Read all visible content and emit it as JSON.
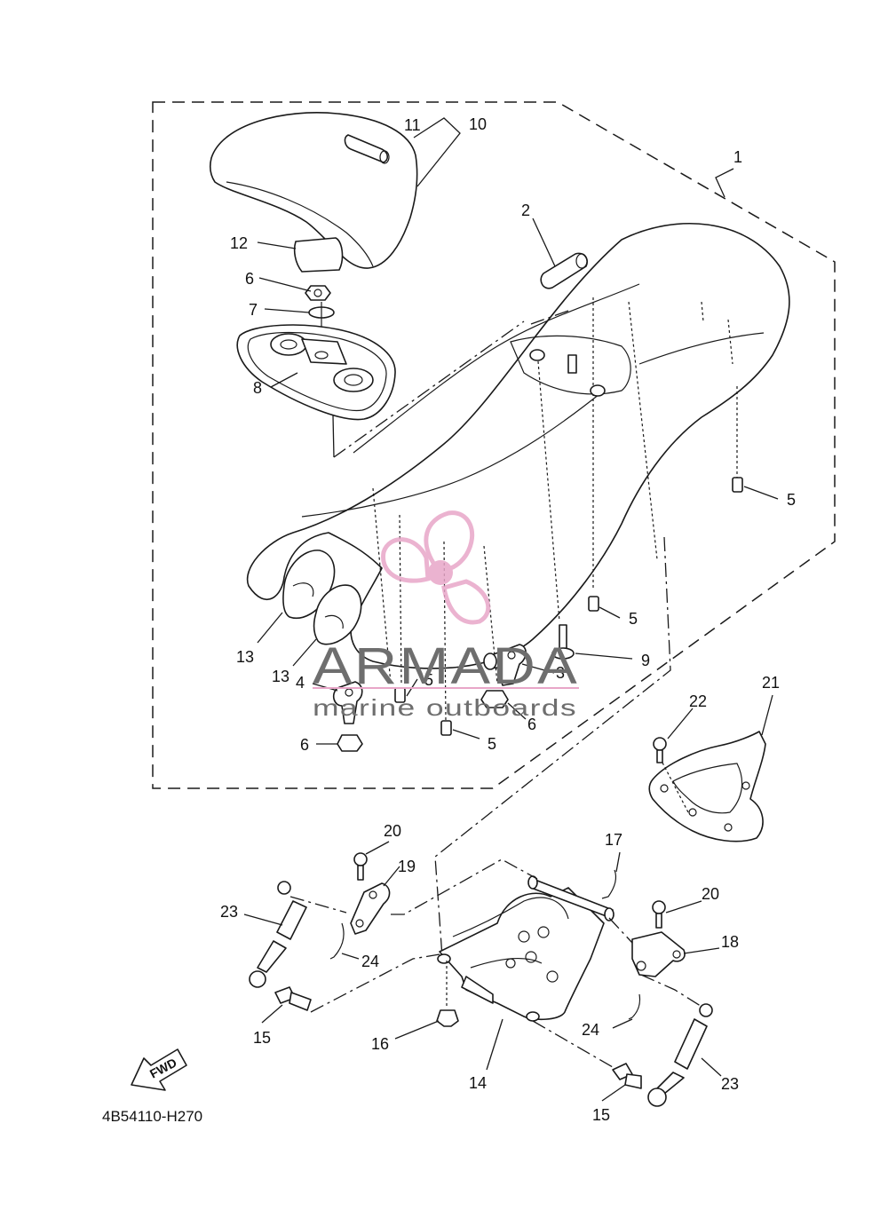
{
  "diagram": {
    "callouts": [
      "1",
      "2",
      "3",
      "4",
      "5",
      "6",
      "7",
      "8",
      "9",
      "10",
      "11",
      "12",
      "13",
      "14",
      "15",
      "16",
      "17",
      "18",
      "19",
      "20",
      "21",
      "22",
      "23",
      "24"
    ],
    "code": "4B54110-H270",
    "fwd_label": "FWD"
  },
  "watermark": {
    "brand": "ARMADA",
    "tagline": "marine outboards",
    "color": "#e8a6c8"
  }
}
